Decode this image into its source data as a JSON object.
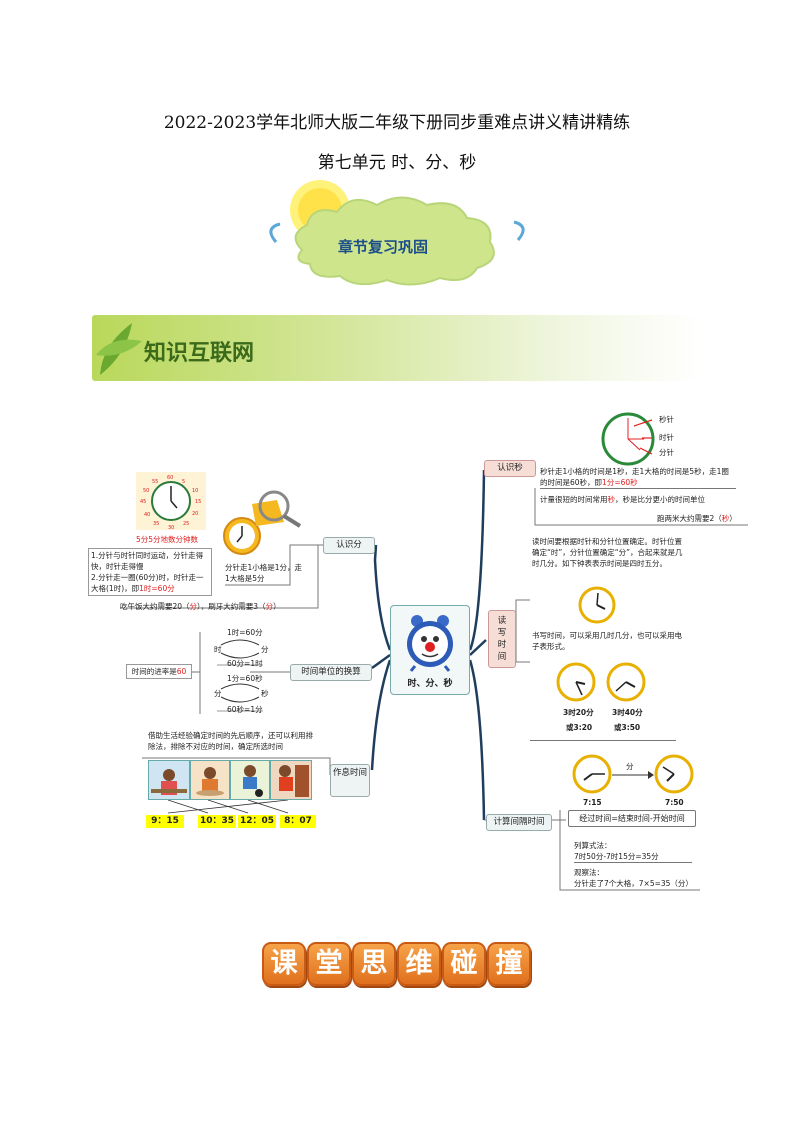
{
  "header": {
    "title": "2022-2023学年北师大版二年级下册同步重难点讲义精讲精练",
    "subtitle": "第七单元  时、分、秒"
  },
  "banner": {
    "cloud_label": "章节复习巩固",
    "section_label": "知识互联网"
  },
  "center": {
    "label": "时、分、秒"
  },
  "left": {
    "clock_caption": "5分5分地数分钟数",
    "minute_note": "分针走1小格是1分，走1大格是5分",
    "rules": [
      "1.分针与时针同时运动，分针走得快，时针走得慢",
      "2.分针走一圈(60分)时，时针走一大格(1时)，即",
      "1时=60分"
    ],
    "estimate": {
      "a": "吃午饭大约需要20（",
      "b": "分",
      "c": "），刷牙大约需要3（",
      "d": "分",
      "e": "）"
    },
    "branch_minute": "认识分",
    "branch_conversion": "时间单位的换算",
    "rate_label": "时间的进率是",
    "rate_value": "60",
    "conv": {
      "eq1": "1时=60分",
      "h": "时",
      "m": "分",
      "eq2": "60分=1时",
      "eq3": "1分=60秒",
      "m2": "分",
      "s": "秒",
      "eq4": "60秒=1分"
    },
    "branch_schedule": "作息时间",
    "schedule_note": "借助生活经验确定时间的先后顺序，还可以利用排除法，排除不对应的时间，确定所选时间",
    "times": [
      "9：15",
      "10：35",
      "12：05",
      "8：07"
    ]
  },
  "right": {
    "branch_second": "认识秒",
    "clock_labels": [
      "秒针",
      "时针",
      "分针"
    ],
    "second_note_a": "秒针走1小格的时间是1秒，走1大格的时间是5秒，走1圈的时间是60秒，即",
    "second_note_b": "1分=60秒",
    "unit_note_a": "计量很短的时间常用",
    "unit_note_b": "秒",
    "unit_note_c": "，秒是比分更小的时间单位",
    "run_note_a": "跑两米大约需要2（",
    "run_note_b": "秒",
    "run_note_c": "）",
    "branch_read": [
      "读",
      "写",
      "时",
      "间"
    ],
    "read_note": "读时间要根据时针和分针位置确定。时针位置确定“时”，分针位置确定“分”，合起来就是几时几分。如下钟表表示时间是四时五分。",
    "write_note": "书写时间，可以采用几时几分，也可以采用电子表形式。",
    "clock_a_label": "3时20分",
    "clock_a_alt": "或3:20",
    "clock_b_label": "3时40分",
    "clock_b_alt": "或3:50",
    "branch_interval": "计算间隔时间",
    "start_time": "7:15",
    "end_time": "7:50",
    "arrow_label": "分",
    "formula": "经过时间=结束时间-开始时间",
    "calc_title": "列算式法：",
    "calc": "7时50分-7时15分=35分",
    "obs_title": "观察法：",
    "obs": "分针走了7个大格，7×5=35（分）"
  },
  "footer": {
    "chars": [
      "课",
      "堂",
      "思",
      "维",
      "碰",
      "撞"
    ]
  }
}
